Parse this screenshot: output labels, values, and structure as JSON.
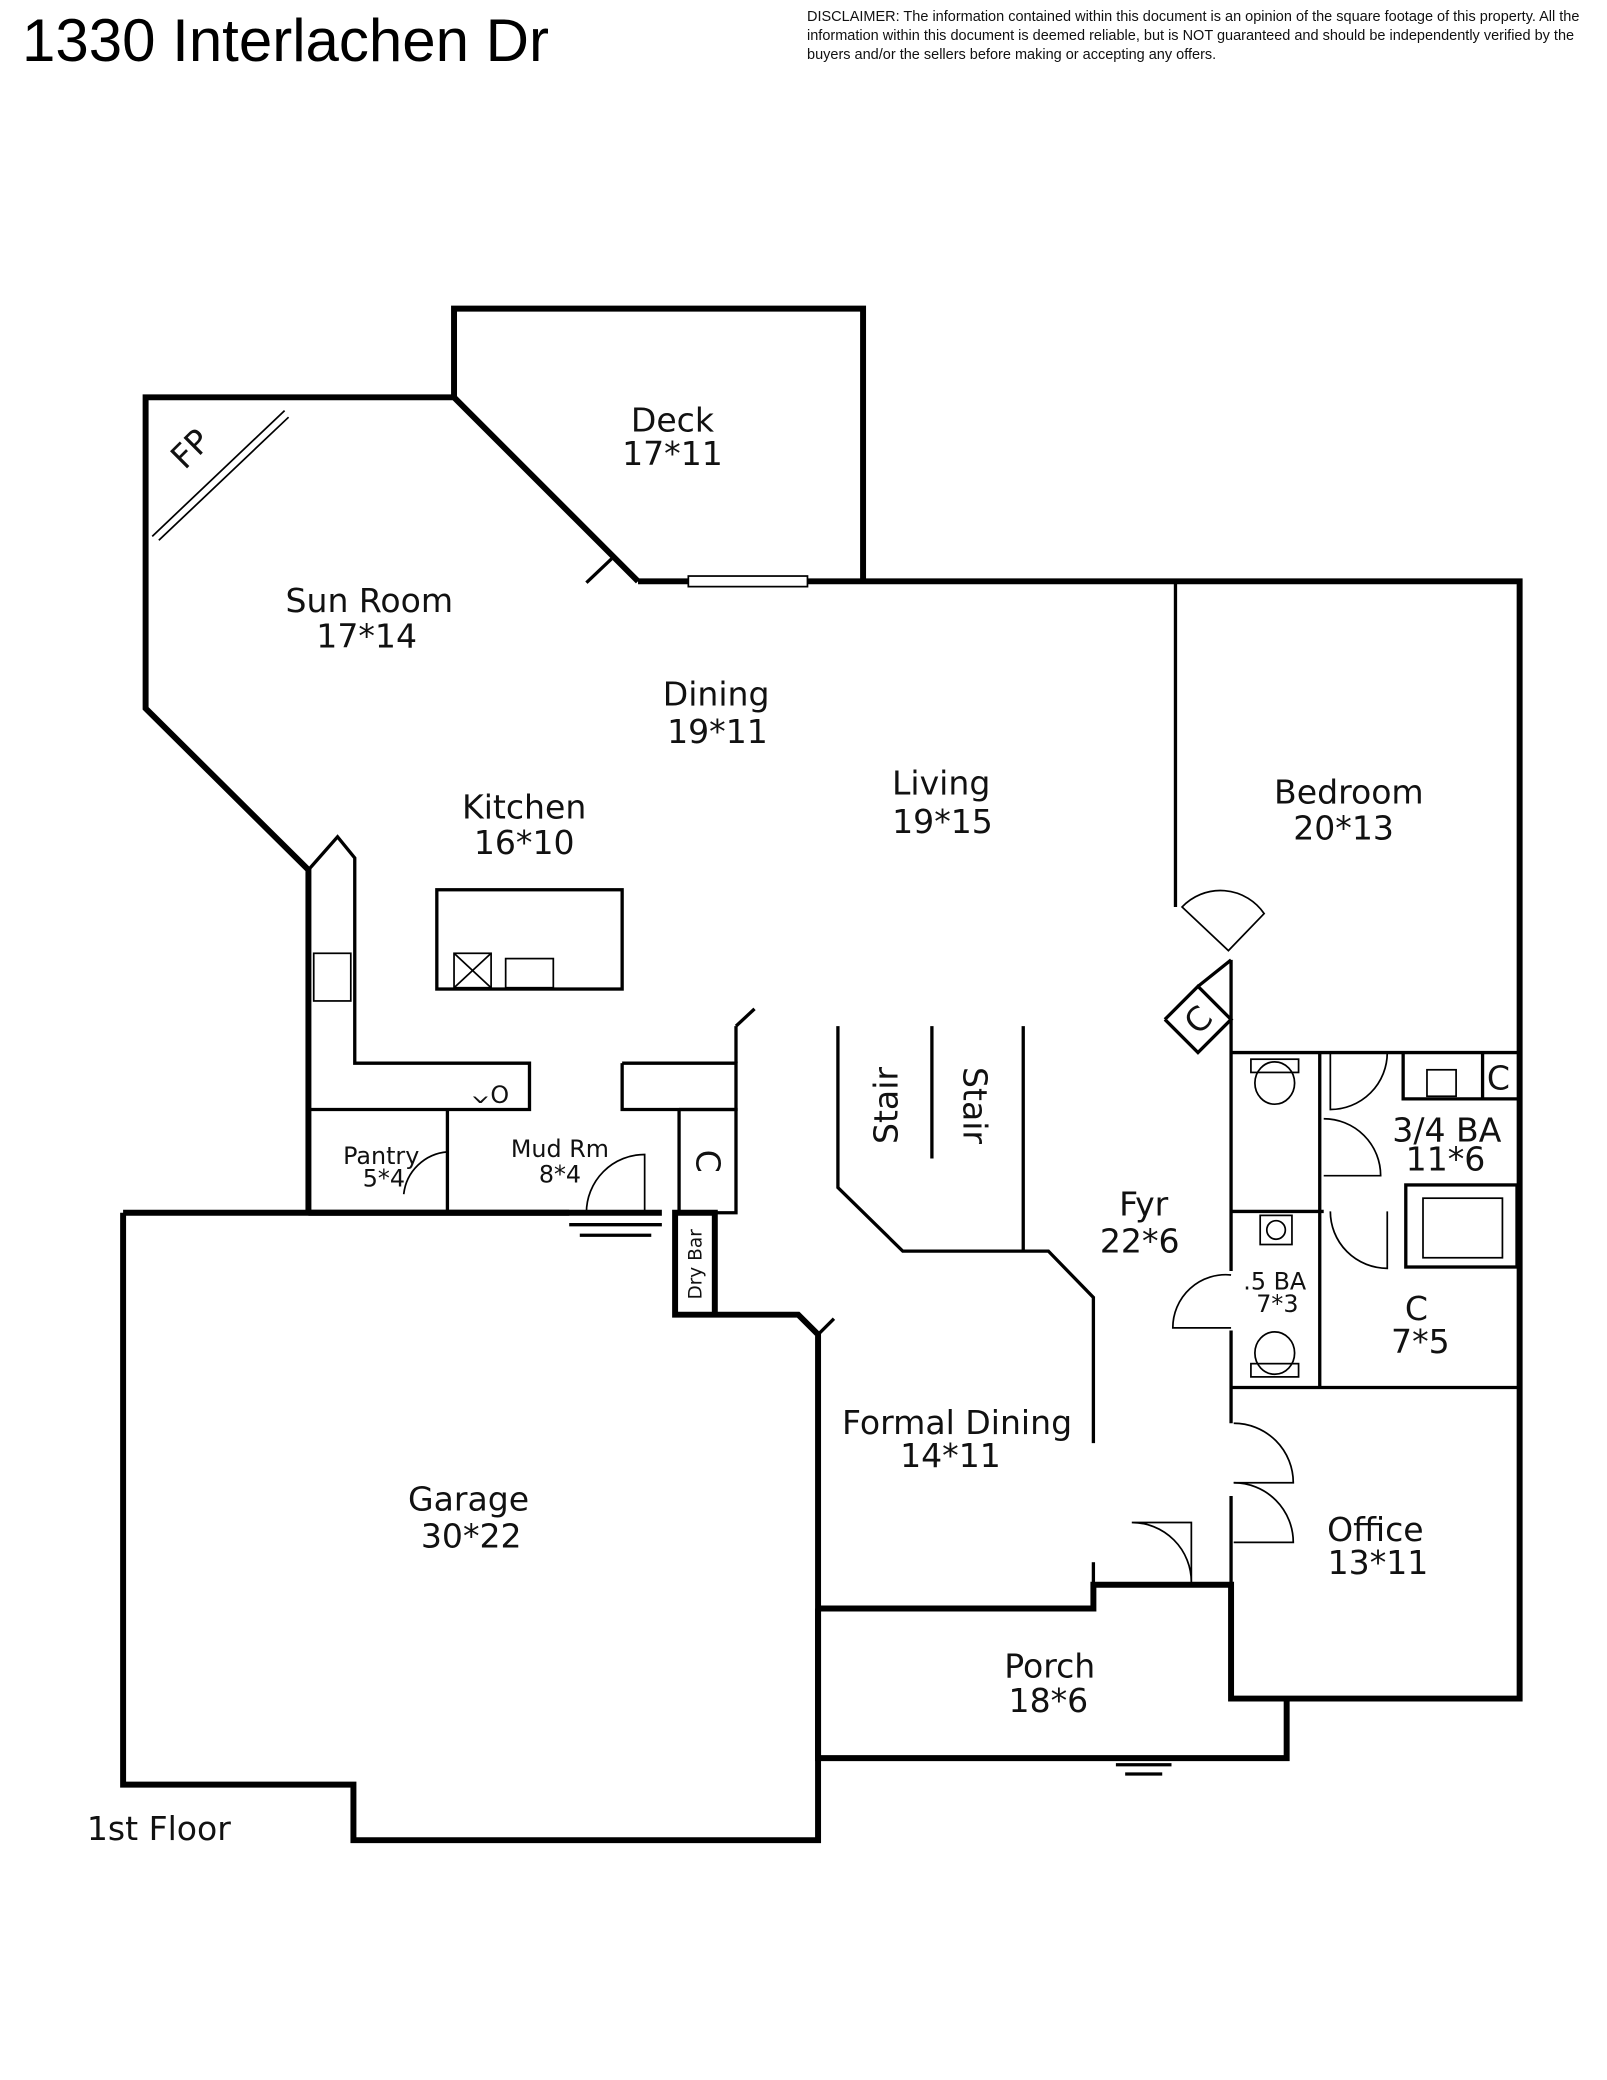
{
  "header": {
    "title": "1330 Interlachen Dr",
    "disclaimer": "DISCLAIMER: The information contained within this document is an opinion of the square footage of this property. All the information within this document is deemed reliable, but is NOT guaranteed and should be independently verified by the buyers and/or the sellers before making or accepting any offers."
  },
  "floor_label": "1st Floor",
  "rooms": {
    "deck": {
      "name": "Deck",
      "size": "17*11"
    },
    "sun_room": {
      "name": "Sun Room",
      "size": "17*14"
    },
    "dining": {
      "name": "Dining",
      "size": "19*11"
    },
    "living": {
      "name": "Living",
      "size": "19*15"
    },
    "kitchen": {
      "name": "Kitchen",
      "size": "16*10"
    },
    "bedroom": {
      "name": "Bedroom",
      "size": "20*13"
    },
    "pantry": {
      "name": "Pantry",
      "size": "5*4"
    },
    "mud_room": {
      "name": "Mud Rm",
      "size": "8*4"
    },
    "three_quarter_bath": {
      "name": "3/4 BA",
      "size": "11*6"
    },
    "foyer": {
      "name": "Fyr",
      "size": "22*6"
    },
    "half_bath": {
      "name": ".5 BA",
      "size": "7*3"
    },
    "closet": {
      "name": "C",
      "size": "7*5"
    },
    "formal_dining": {
      "name": "Formal Dining",
      "size": "14*11"
    },
    "garage": {
      "name": "Garage",
      "size": "30*22"
    },
    "office": {
      "name": "Office",
      "size": "13*11"
    },
    "porch": {
      "name": "Porch",
      "size": "18*6"
    }
  },
  "fixtures": {
    "fireplace": "FP",
    "stair_1": "Stair",
    "stair_2": "Stair",
    "oven": "O^",
    "closet_mud": "C",
    "closet_bedroom": "C",
    "closet_bath": "C",
    "dry_bar": "Dry Bar"
  }
}
